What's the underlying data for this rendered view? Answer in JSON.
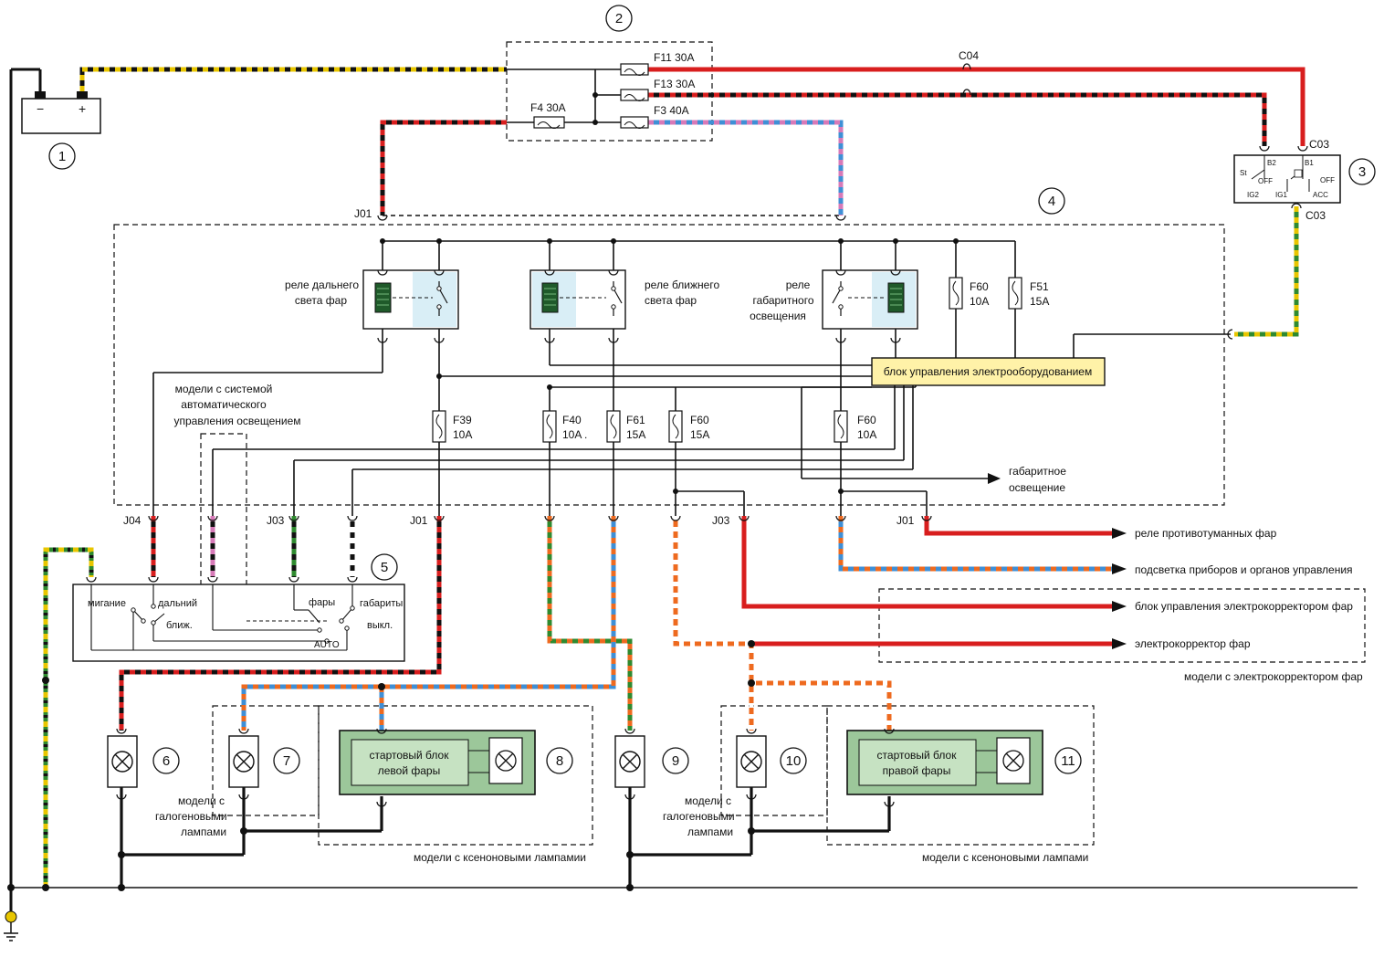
{
  "callouts": {
    "battery": "1",
    "fuse_box": "2",
    "ignition_switch": "3",
    "mounting_block": "4",
    "light_switch": "5",
    "lamp6": "6",
    "lamp7": "7",
    "xenon_left": "8",
    "lamp9": "9",
    "lamp10": "10",
    "xenon_right": "11"
  },
  "battery": {
    "minus": "−",
    "plus": "+"
  },
  "fuses": {
    "f11": "F11 30A",
    "f13": "F13 30A",
    "f4": "F4 30A",
    "f3": "F3 40A",
    "f60a_name": "F60",
    "f60a_value": "10A",
    "f51_name": "F51",
    "f51_value": "15A",
    "f39_name": "F39",
    "f39_value": "10A",
    "f40_name": "F40",
    "f40_value": "10A .",
    "f61_name": "F61",
    "f61_value": "15A",
    "f60b_name": "F60",
    "f60b_value": "15A",
    "f60c_name": "F60",
    "f60c_value": "10A"
  },
  "connectors": {
    "c04": "C04",
    "c03_top": "C03",
    "c03_bottom": "C03",
    "j01_top": "J01",
    "j04": "J04",
    "j03_left": "J03",
    "j01_mid": "J01",
    "j03_right": "J03",
    "j01_right": "J01"
  },
  "ignition": {
    "st": "St",
    "b2": "B2",
    "b1": "B1",
    "off_left": "OFF",
    "off_right": "OFF",
    "ig2": "IG2",
    "ig1": "IG1",
    "acc": "ACC"
  },
  "relays": {
    "high_line1": "реле дальнего",
    "high_line2": "света фар",
    "low_line1": "реле ближнего",
    "low_line2": "света фар",
    "park_line1": "реле",
    "park_line2": "габаритного",
    "park_line3": "освещения"
  },
  "control_unit": "блок управления электрооборудованием",
  "auto_note": {
    "line1": "модели с системой",
    "line2": "автоматического",
    "line3": "управления освещением"
  },
  "parking_out": {
    "line1": "габаритное",
    "line2": "освещение"
  },
  "switch": {
    "blink": "мигание",
    "high": "дальний",
    "low": "ближ.",
    "headlights": "фары",
    "parking": "габариты",
    "off": "выкл.",
    "auto": "AUTO"
  },
  "outputs": {
    "fog_relay": "реле противотуманных фар",
    "backlight": "подсветка приборов и органов управления",
    "corrector_unit": "блок управления электрокорректором фар",
    "corrector": "электрокорректор фар",
    "corrector_models": "модели с электрокорректором фар"
  },
  "xenon": {
    "left_line1": "стартовый блок",
    "left_line2": "левой фары",
    "right_line1": "стартовый блок",
    "right_line2": "правой фары"
  },
  "notes": {
    "halogen_left_1": "модели с",
    "halogen_left_2": "галогеновыми",
    "halogen_left_3": "лампами",
    "xenon_left": "модели с ксеноновыми лампамии",
    "halogen_right_1": "модели с",
    "halogen_right_2": "галогеновыми",
    "halogen_right_3": "лампами",
    "xenon_right": "модели с ксеноновыми лампами"
  },
  "colors": {
    "wire_black": "#111111",
    "wire_red": "#d81e1e",
    "wire_yellow": "#e8c600",
    "wire_green": "#2f8a2f",
    "wire_blue": "#3f8fd6",
    "wire_pink": "#d77ab8",
    "wire_orange": "#ee6a1f",
    "control_unit_fill": "#fff2a8",
    "xenon_fill": "#9cc79a",
    "xenon_inner_fill": "#c6e2c2",
    "relay_tint": "#d9eef6"
  }
}
